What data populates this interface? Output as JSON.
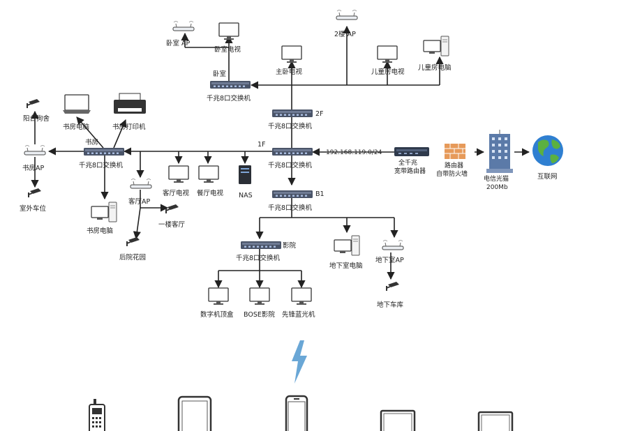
{
  "labels": {
    "bedroom": "卧室",
    "bedroom_ap": "卧室 AP",
    "bedroom_tv": "卧室电视",
    "master_tv": "主卧电视",
    "second_floor_ap": "2楼 AP",
    "kids_tv": "儿童房电视",
    "kids_pc": "儿童房电脑",
    "sw_bedroom": "千兆8口交换机",
    "sw_2f": "千兆8口交换机",
    "tag_2f": "2F",
    "study": "书房",
    "sw_study": "千兆8口交换机",
    "study_laptop": "书房电脑",
    "study_printer": "书房打印机",
    "balcony_cam": "阳台狗舍",
    "study_ap": "书房AP",
    "outdoor_parking": "室外车位",
    "tag_1f": "1F",
    "sw_1f": "千兆8口交换机",
    "ip_label": "192.168.119.0/24",
    "router_text": "全千兆\n宽带路由器",
    "firewall_text": "路由器\n自带防火墙",
    "telecom_text": "电信光猫\n200Mb",
    "internet": "互联网",
    "living_ap": "客厅AP",
    "living_tv": "客厅电视",
    "dining_tv": "餐厅电视",
    "nas": "NAS",
    "study_pc": "书房电脑",
    "living_cam": "一楼客厅",
    "garden_cam": "后院花园",
    "tag_b1": "B1",
    "sw_b1": "千兆8口交换机",
    "theater": "影院",
    "sw_theater": "千兆8口交换机",
    "basement_pc": "地下室电脑",
    "basement_ap": "地下室AP",
    "basement_cam": "地下车库",
    "settop": "数字机顶盒",
    "bose": "BOSE影院",
    "bluray": "先锋蓝光机"
  },
  "icons": {
    "wifi": "lightning-bolt-icon",
    "bottom_devices": [
      "cordless-phone-icon",
      "tablet-icon",
      "smartphone-icon",
      "laptop-icon",
      "laptop-icon"
    ]
  },
  "colors": {
    "switch": "#4a5468",
    "switch_port": "#8fa3c6",
    "line": "#222222",
    "bolt": "#6aa7d6",
    "globe_water": "#2f7fd1",
    "globe_land": "#5bb040",
    "firewall": "#e69a5a",
    "building": "#5b7aa8"
  }
}
